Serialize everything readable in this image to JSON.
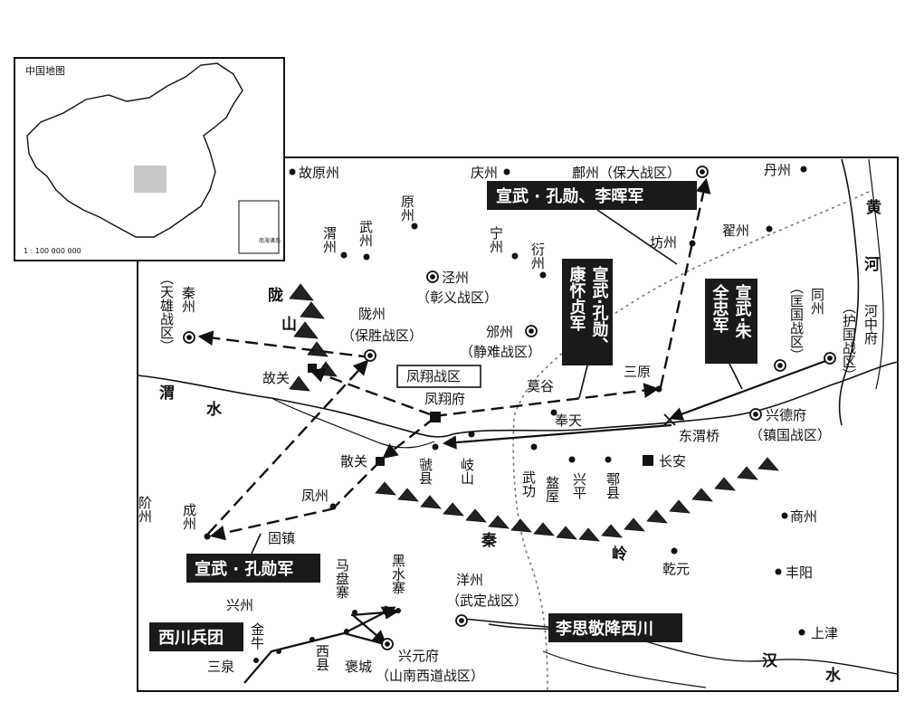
{
  "inset": {
    "title": "中国地图",
    "scale": "1 : 100 000 000",
    "south_sea_label": "南海诸岛"
  },
  "labels": {
    "guyuan": "故原州",
    "qingzhou": "庆州",
    "fuzhou_baoda": "鄜州（保大战区）",
    "danzhou": "丹州",
    "yuanzhou": "原州",
    "weizhou_n": "渭州",
    "wuzhou": "武州",
    "ningzhou": "宁州",
    "yanzhou": "衍州",
    "fangzhou": "坊州",
    "zhaizhou": "翟州",
    "jingzhou": "泾州",
    "zhangyi": "（彰义战区）",
    "binzhou": "邠州",
    "jingnan": "（静难战区）",
    "tongzhou": "同州",
    "kuangguo": "（匡国战区）",
    "hezhongfu": "河中府",
    "huguo": "（护国战区）",
    "qinzhou": "秦州",
    "tianxiong": "（天雄战区）",
    "longshan": "陇山",
    "longzhou": "陇州",
    "baosheng": "（保胜战区）",
    "guguan": "故关",
    "fengxiang_zone": "凤翔战区",
    "fengxiangfu": "凤翔府",
    "mogu": "莫谷",
    "sanyuan": "三原",
    "fengtian": "奉天",
    "dongweiqiao": "东渭桥",
    "xingdefu": "兴德府",
    "zhenguo": "（镇国战区）",
    "wei_river_1": "渭",
    "wei_river_2": "水",
    "sanguan": "散关",
    "guoxian": "虢县",
    "qishan": "岐山",
    "wugong": "武功",
    "zhouzhi": "盩厔",
    "xingping": "兴平",
    "huxian": "鄠县",
    "changan": "长安",
    "jiezhou": "阶州",
    "chengzhou": "成州",
    "fengzhou": "凤州",
    "guzhen": "固镇",
    "qinling_1": "秦",
    "qinling_2": "岭",
    "shangzhou": "商州",
    "qianyuan": "乾元",
    "fengyang": "丰阳",
    "shangjin": "上津",
    "mapanzhai": "马盘寨",
    "heishuizhai": "黑水寨",
    "yangzhou": "洋州",
    "wuding": "（武定战区）",
    "xingzhou": "兴州",
    "jinniu": "金牛",
    "xixian": "西县",
    "baocheng": "褒城",
    "xingyuanfu": "兴元府",
    "shannan": "（山南西道战区）",
    "sanquan": "三泉",
    "huanghe_1": "黄",
    "huanghe_2": "河",
    "hanshui_1": "汉",
    "hanshui_2": "水"
  },
  "boxes": {
    "xuanwu_kongxun_lihui": "宣武 · 孔勋、李晖军",
    "kanghuaizhen": "宣武·孔勋、康怀贞军",
    "xuanwu_zhu_quanzhong": "宣武·朱全忠军",
    "xuanwu_kongxun": "宣武 · 孔勋军",
    "xichuan": "西川兵团",
    "lisijing": "李思敬降西川"
  },
  "colors": {
    "ink": "#111111",
    "box_fill": "#1a1a1a",
    "china_fill": "#ffffff",
    "highlight": "#c8c8c8"
  }
}
